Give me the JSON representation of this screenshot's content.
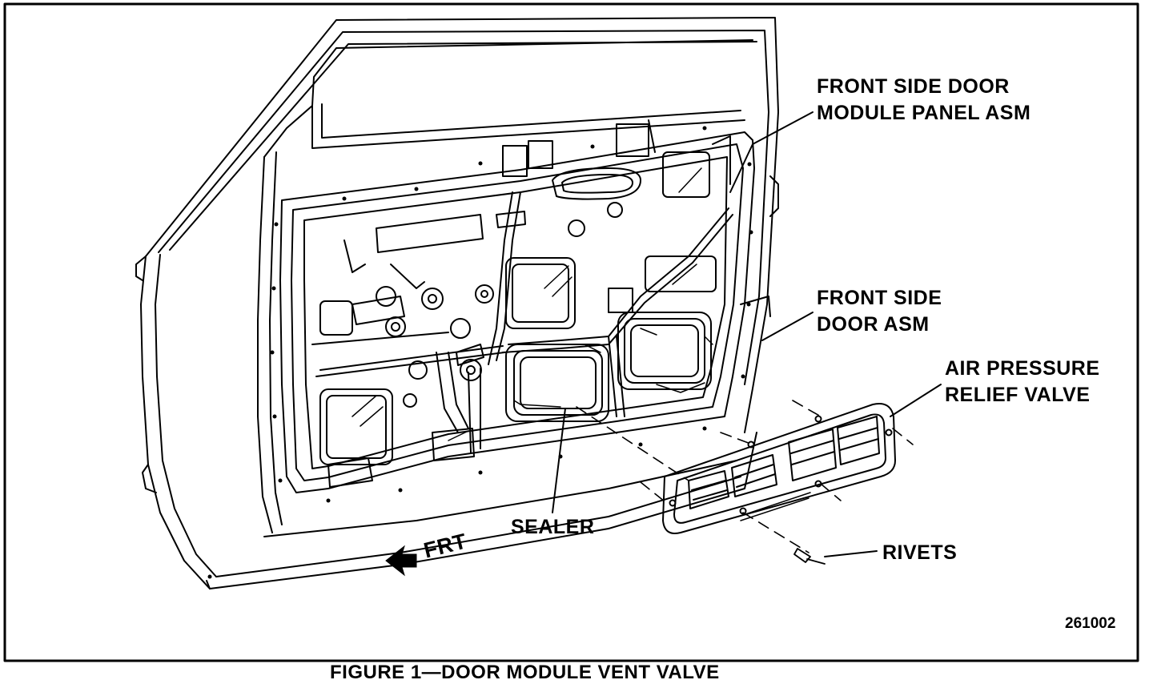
{
  "callouts": {
    "module_panel": {
      "line1": "FRONT SIDE DOOR",
      "line2": "MODULE PANEL ASM"
    },
    "door": {
      "line1": "FRONT SIDE",
      "line2": "DOOR ASM"
    },
    "relief_valve": {
      "line1": "AIR PRESSURE",
      "line2": "RELIEF VALVE"
    },
    "sealer": "SEALER",
    "rivets": "RIVETS",
    "front": "FRT"
  },
  "figure_number": "261002",
  "caption": "FIGURE 1—DOOR MODULE VENT VALVE"
}
